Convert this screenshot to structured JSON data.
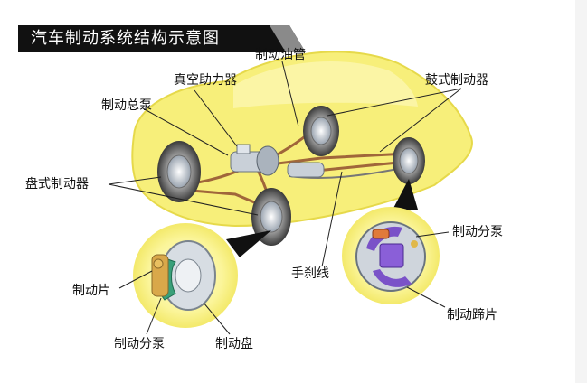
{
  "title": "汽车制动系统结构示意图",
  "labels": {
    "brake_line": "制动油管",
    "vacuum_booster": "真空助力器",
    "drum_brake": "鼓式制动器",
    "master_cylinder": "制动总泵",
    "disc_brake": "盘式制动器",
    "wheel_cylinder_right": "制动分泵",
    "handbrake_cable": "手刹线",
    "brake_pad": "制动片",
    "brake_shoe": "制动蹄片",
    "caliper_cylinder": "制动分泵",
    "brake_disc": "制动盘"
  },
  "colors": {
    "car_body": "#f7ef7a",
    "callout_glow": "#fbf59a",
    "brake_pipe": "#a0663a",
    "title_bg": "#111111",
    "drum_shoe": "#7a52c8",
    "disc_pad": "#3aa07a"
  }
}
